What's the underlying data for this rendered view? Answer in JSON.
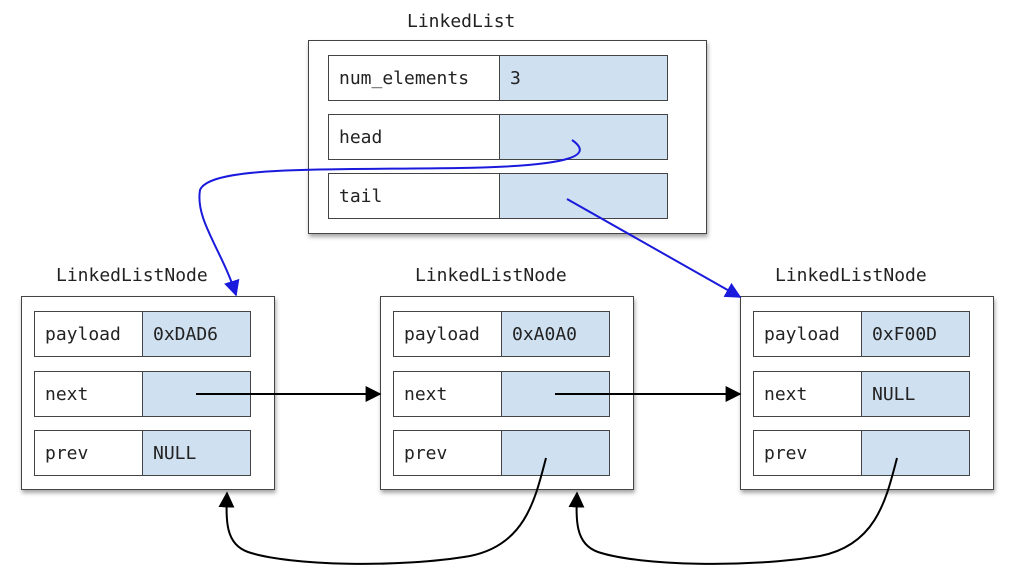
{
  "colors": {
    "value_fill": "#cfe0f1",
    "pointer_blue": "#1a1adc",
    "pointer_black": "#000000"
  },
  "linked_list": {
    "title": "LinkedList",
    "fields": [
      {
        "name": "num_elements",
        "value": "3"
      },
      {
        "name": "head",
        "value": ""
      },
      {
        "name": "tail",
        "value": ""
      }
    ]
  },
  "nodes": [
    {
      "title": "LinkedListNode",
      "fields": [
        {
          "name": "payload",
          "value": "0xDAD6"
        },
        {
          "name": "next",
          "value": ""
        },
        {
          "name": "prev",
          "value": "NULL"
        }
      ]
    },
    {
      "title": "LinkedListNode",
      "fields": [
        {
          "name": "payload",
          "value": "0xA0A0"
        },
        {
          "name": "next",
          "value": ""
        },
        {
          "name": "prev",
          "value": ""
        }
      ]
    },
    {
      "title": "LinkedListNode",
      "fields": [
        {
          "name": "payload",
          "value": "0xF00D"
        },
        {
          "name": "next",
          "value": "NULL"
        },
        {
          "name": "prev",
          "value": ""
        }
      ]
    }
  ]
}
